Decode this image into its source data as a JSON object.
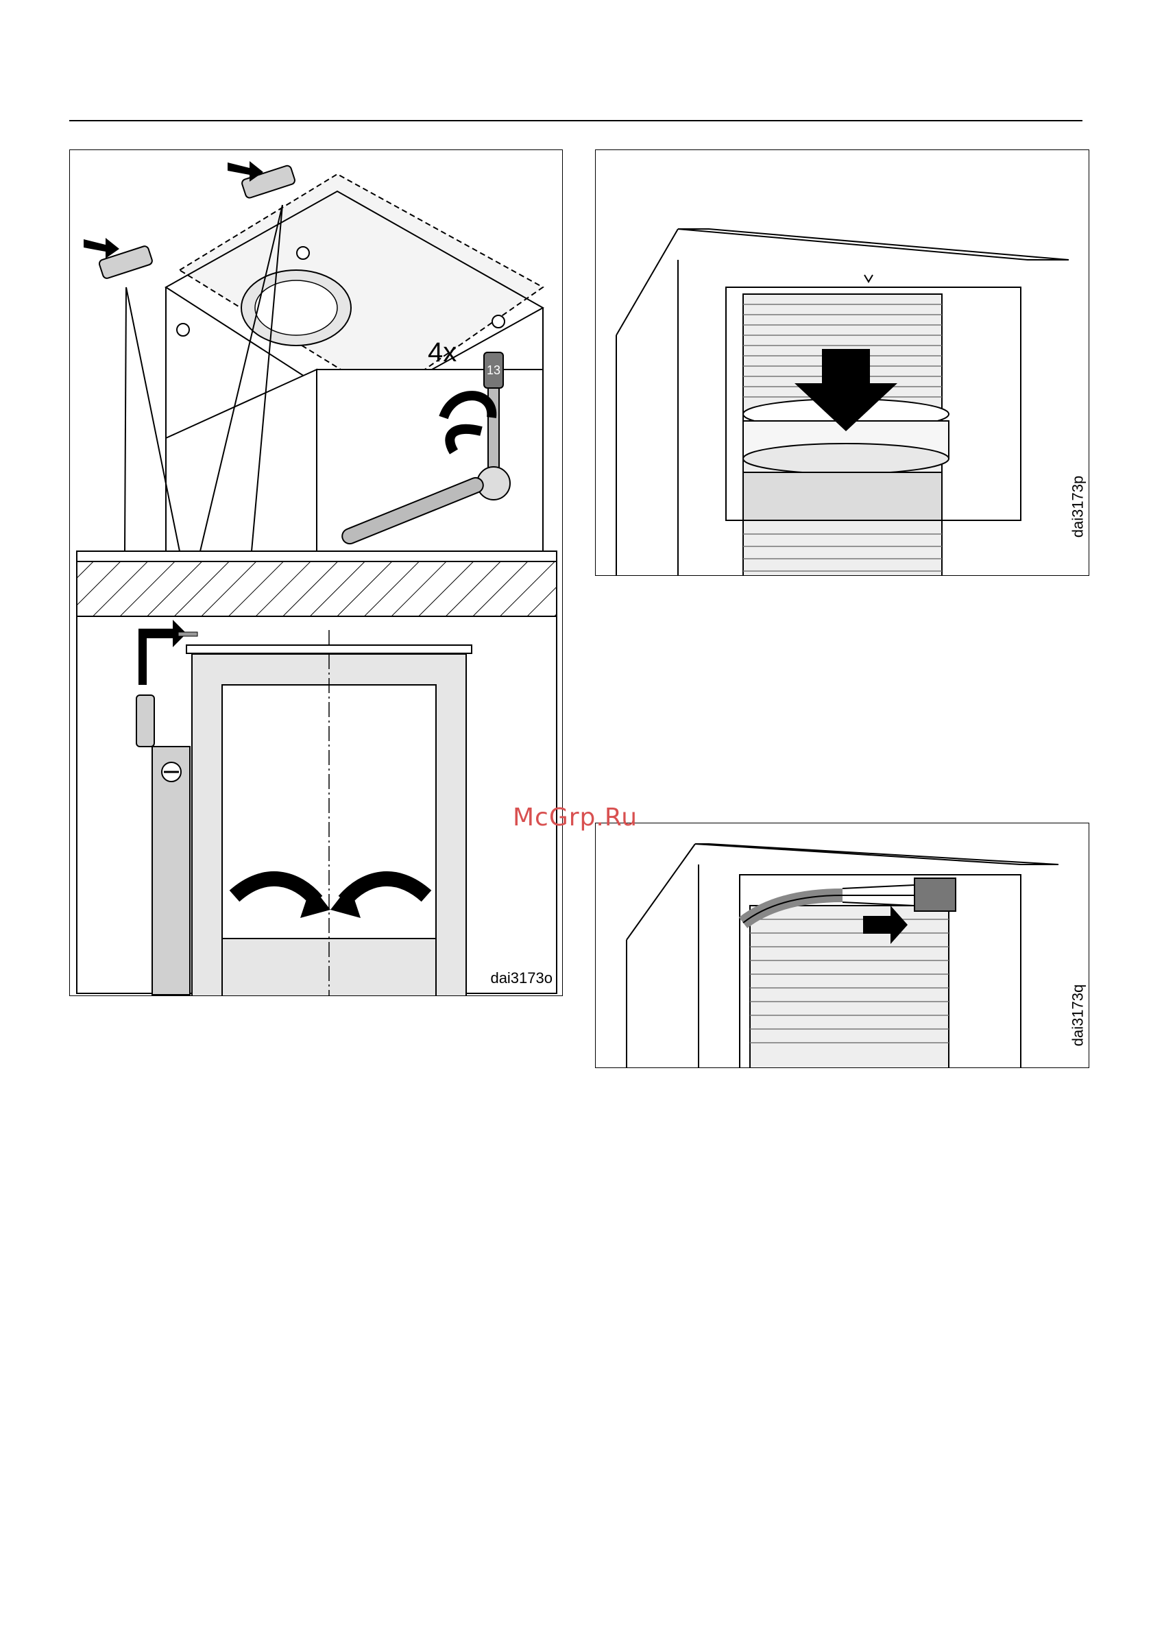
{
  "figures": {
    "dai3173o": {
      "code": "dai3173o",
      "callout_count": "4x",
      "wrench_size": "13"
    },
    "dai3173p": {
      "code": "dai3173p"
    },
    "dai3173q": {
      "code": "dai3173q"
    }
  },
  "watermark": "McGrp.Ru",
  "colors": {
    "line": "#000000",
    "arrow": "#000000",
    "shade": "#d0d0d0",
    "watermark": "#d85050"
  }
}
